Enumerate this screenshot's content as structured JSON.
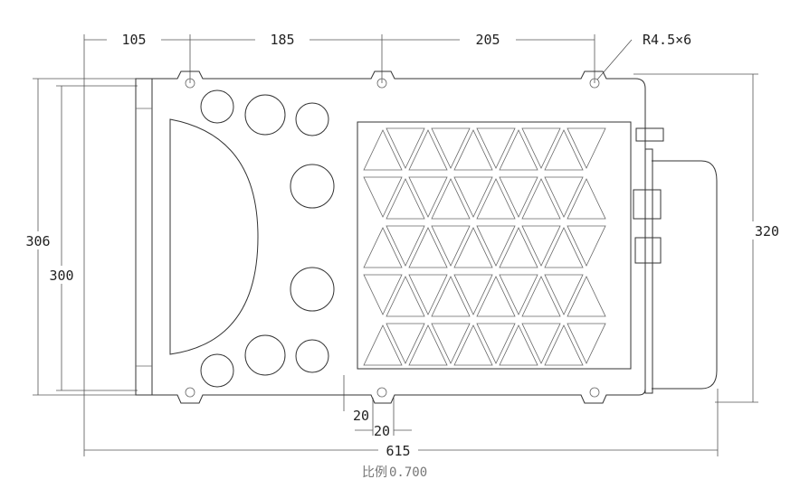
{
  "drawing": {
    "dims_top": [
      "105",
      "185",
      "205"
    ],
    "hole_callout": "R4.5×6",
    "dim_left_outer": "306",
    "dim_left_inner": "300",
    "dim_right": "320",
    "dim_bottom_total": "615",
    "dim_tab_height": "20",
    "dim_tab_width": "20",
    "scale_label": "比例",
    "scale_value": "0.700"
  }
}
